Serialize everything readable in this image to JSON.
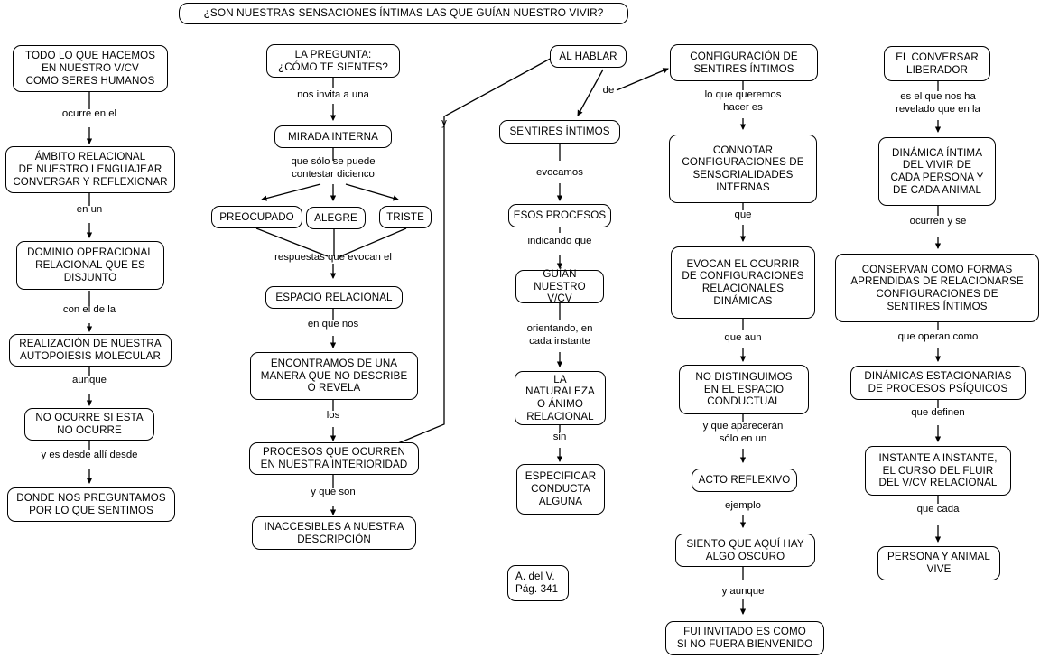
{
  "diagram": {
    "type": "concept-map",
    "language": "es",
    "title": "¿SON NUESTRAS SENSACIONES ÍNTIMAS LAS QUE GUÍAN NUESTRO VIVIR?",
    "citation": "A. del V.\nPág. 341",
    "colors": {
      "stroke": "#000000",
      "background": "#ffffff",
      "text": "#000000"
    },
    "columns": [
      {
        "name": "column-1-vivir-humano",
        "nodes": [
          {
            "id": "n1",
            "text": "TODO LO QUE HACEMOS\nEN NUESTRO V/CV\nCOMO SERES HUMANOS"
          },
          {
            "id": "n2",
            "text": "ÁMBITO RELACIONAL\nDE NUESTRO LENGUAJEAR\nCONVERSAR Y REFLEXIONAR"
          },
          {
            "id": "n3",
            "text": "DOMINIO OPERACIONAL\nRELACIONAL QUE ES\nDISJUNTO"
          },
          {
            "id": "n4",
            "text": "REALIZACIÓN DE NUESTRA\nAUTOPOIESIS MOLECULAR"
          },
          {
            "id": "n5",
            "text": "NO OCURRE SI ESTA\nNO OCURRE"
          },
          {
            "id": "n6",
            "text": "DONDE NOS PREGUNTAMOS\nPOR LO QUE SENTIMOS"
          }
        ]
      },
      {
        "name": "column-2-la-pregunta",
        "nodes": [
          {
            "id": "n7",
            "text": "LA PREGUNTA:\n¿CÓMO TE SIENTES?"
          },
          {
            "id": "n8",
            "text": "MIRADA INTERNA"
          },
          {
            "id": "n9",
            "text": "PREOCUPADO"
          },
          {
            "id": "n10",
            "text": "ALEGRE"
          },
          {
            "id": "n11",
            "text": "TRISTE"
          },
          {
            "id": "n12",
            "text": "ESPACIO RELACIONAL"
          },
          {
            "id": "n13",
            "text": "ENCONTRAMOS DE UNA\nMANERA QUE NO DESCRIBE\nO REVELA"
          },
          {
            "id": "n14",
            "text": "PROCESOS QUE OCURREN\nEN NUESTRA INTERIORIDAD"
          },
          {
            "id": "n15",
            "text": "INACCESIBLES A NUESTRA\nDESCRIPCIÓN"
          }
        ]
      },
      {
        "name": "column-3-al-hablar",
        "nodes": [
          {
            "id": "n16",
            "text": "AL HABLAR"
          },
          {
            "id": "n17",
            "text": "SENTIRES ÍNTIMOS"
          },
          {
            "id": "n18",
            "text": "ESOS PROCESOS"
          },
          {
            "id": "n19",
            "text": "GUÍAN NUESTRO\nV/CV"
          },
          {
            "id": "n20",
            "text": "LA NATURALEZA\nO ÁNIMO\nRELACIONAL"
          },
          {
            "id": "n21",
            "text": "ESPECIFICAR\nCONDUCTA\nALGUNA"
          }
        ]
      },
      {
        "name": "column-4-configuracion",
        "nodes": [
          {
            "id": "n22",
            "text": "CONFIGURACIÓN DE\nSENTIRES ÍNTIMOS"
          },
          {
            "id": "n23",
            "text": "CONNOTAR\nCONFIGURACIONES DE\nSENSORIALIDADES\nINTERNAS"
          },
          {
            "id": "n24",
            "text": "EVOCAN EL OCURRIR\nDE CONFIGURACIONES\nRELACIONALES\nDINÁMICAS"
          },
          {
            "id": "n25",
            "text": "NO DISTINGUIMOS\nEN EL ESPACIO\nCONDUCTUAL"
          },
          {
            "id": "n26",
            "text": "ACTO REFLEXIVO"
          },
          {
            "id": "n27",
            "text": "SIENTO QUE AQUÍ HAY\nALGO OSCURO"
          },
          {
            "id": "n28",
            "text": "FUI INVITADO ES COMO\nSI NO FUERA BIENVENIDO"
          }
        ]
      },
      {
        "name": "column-5-conversar-liberador",
        "nodes": [
          {
            "id": "n29",
            "text": "EL CONVERSAR\nLIBERADOR"
          },
          {
            "id": "n30",
            "text": "DINÁMICA ÍNTIMA\nDEL VIVIR DE\nCADA PERSONA Y\nDE CADA ANIMAL"
          },
          {
            "id": "n31",
            "text": "CONSERVAN COMO FORMAS\nAPRENDIDAS DE RELACIONARSE\nCONFIGURACIONES DE\nSENTIRES ÍNTIMOS"
          },
          {
            "id": "n32",
            "text": "DINÁMICAS ESTACIONARIAS\nDE PROCESOS PSÍQUICOS"
          },
          {
            "id": "n33",
            "text": "INSTANTE A INSTANTE,\nEL CURSO DEL FLUIR\nDEL V/CV RELACIONAL"
          },
          {
            "id": "n34",
            "text": "PERSONA Y ANIMAL\nVIVE"
          }
        ]
      }
    ],
    "link_labels": [
      {
        "id": "l1",
        "text": "ocurre en el",
        "from": "n1",
        "to": "n2"
      },
      {
        "id": "l2",
        "text": "en un",
        "from": "n2",
        "to": "n3"
      },
      {
        "id": "l3",
        "text": "con el de la",
        "from": "n3",
        "to": "n4"
      },
      {
        "id": "l4",
        "text": "aunque",
        "from": "n4",
        "to": "n5"
      },
      {
        "id": "l5",
        "text": "y es desde allí  desde",
        "from": "n5",
        "to": "n6"
      },
      {
        "id": "l6",
        "text": "nos invita a una",
        "from": "n7",
        "to": "n8"
      },
      {
        "id": "l7",
        "text": "que sólo se puede\ncontestar dicienco",
        "from": "n8",
        "to": "n9,n10,n11"
      },
      {
        "id": "l8",
        "text": "respuestas que evocan el",
        "from": "n9,n10,n11",
        "to": "n12"
      },
      {
        "id": "l9",
        "text": "en que nos",
        "from": "n12",
        "to": "n13"
      },
      {
        "id": "l10",
        "text": "los",
        "from": "n13",
        "to": "n14"
      },
      {
        "id": "l11",
        "text": "y que son",
        "from": "n14",
        "to": "n15"
      },
      {
        "id": "l12",
        "text": "y",
        "from": "n14",
        "to": "n16"
      },
      {
        "id": "l13",
        "text": "de",
        "from": "n16",
        "to": "n17,n22"
      },
      {
        "id": "l14",
        "text": "evocamos",
        "from": "n17",
        "to": "n18"
      },
      {
        "id": "l15",
        "text": "indicando que",
        "from": "n18",
        "to": "n19"
      },
      {
        "id": "l16",
        "text": "orientando, en\ncada instante",
        "from": "n19",
        "to": "n20"
      },
      {
        "id": "l17",
        "text": "sin",
        "from": "n20",
        "to": "n21"
      },
      {
        "id": "l18",
        "text": "lo que queremos\nhacer es",
        "from": "n22",
        "to": "n23"
      },
      {
        "id": "l19",
        "text": "que",
        "from": "n23",
        "to": "n24"
      },
      {
        "id": "l20",
        "text": "que aun",
        "from": "n24",
        "to": "n25"
      },
      {
        "id": "l21",
        "text": "y que aparecerán\nsólo en un",
        "from": "n25",
        "to": "n26"
      },
      {
        "id": "l22",
        "text": "ejemplo",
        "from": "n26",
        "to": "n27"
      },
      {
        "id": "l23",
        "text": "y aunque",
        "from": "n27",
        "to": "n28"
      },
      {
        "id": "l24",
        "text": "es el que nos ha\nrevelado que en la",
        "from": "n29",
        "to": "n30"
      },
      {
        "id": "l25",
        "text": "ocurren y se",
        "from": "n30",
        "to": "n31"
      },
      {
        "id": "l26",
        "text": "que operan como",
        "from": "n31",
        "to": "n32"
      },
      {
        "id": "l27",
        "text": "que definen",
        "from": "n32",
        "to": "n33"
      },
      {
        "id": "l28",
        "text": "que cada",
        "from": "n33",
        "to": "n34"
      }
    ]
  }
}
